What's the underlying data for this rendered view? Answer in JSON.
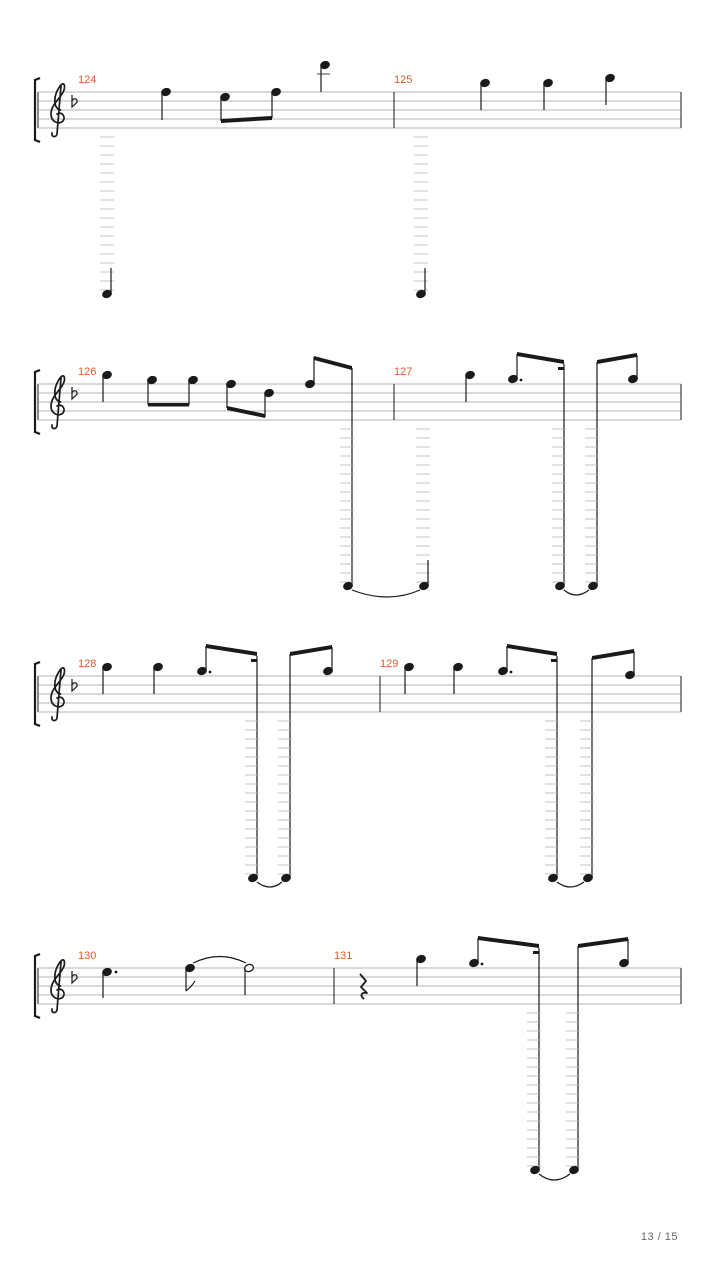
{
  "score": {
    "clef": "treble",
    "key_signature": "F major (1 flat)",
    "systems": [
      {
        "measures": [
          "124",
          "125"
        ]
      },
      {
        "measures": [
          "126",
          "127"
        ]
      },
      {
        "measures": [
          "128",
          "129"
        ]
      },
      {
        "measures": [
          "130",
          "131"
        ]
      }
    ],
    "ink_color": "#1a1a1a",
    "measure_number_color": "#e05a2a"
  },
  "page_indicator": "13 / 15"
}
